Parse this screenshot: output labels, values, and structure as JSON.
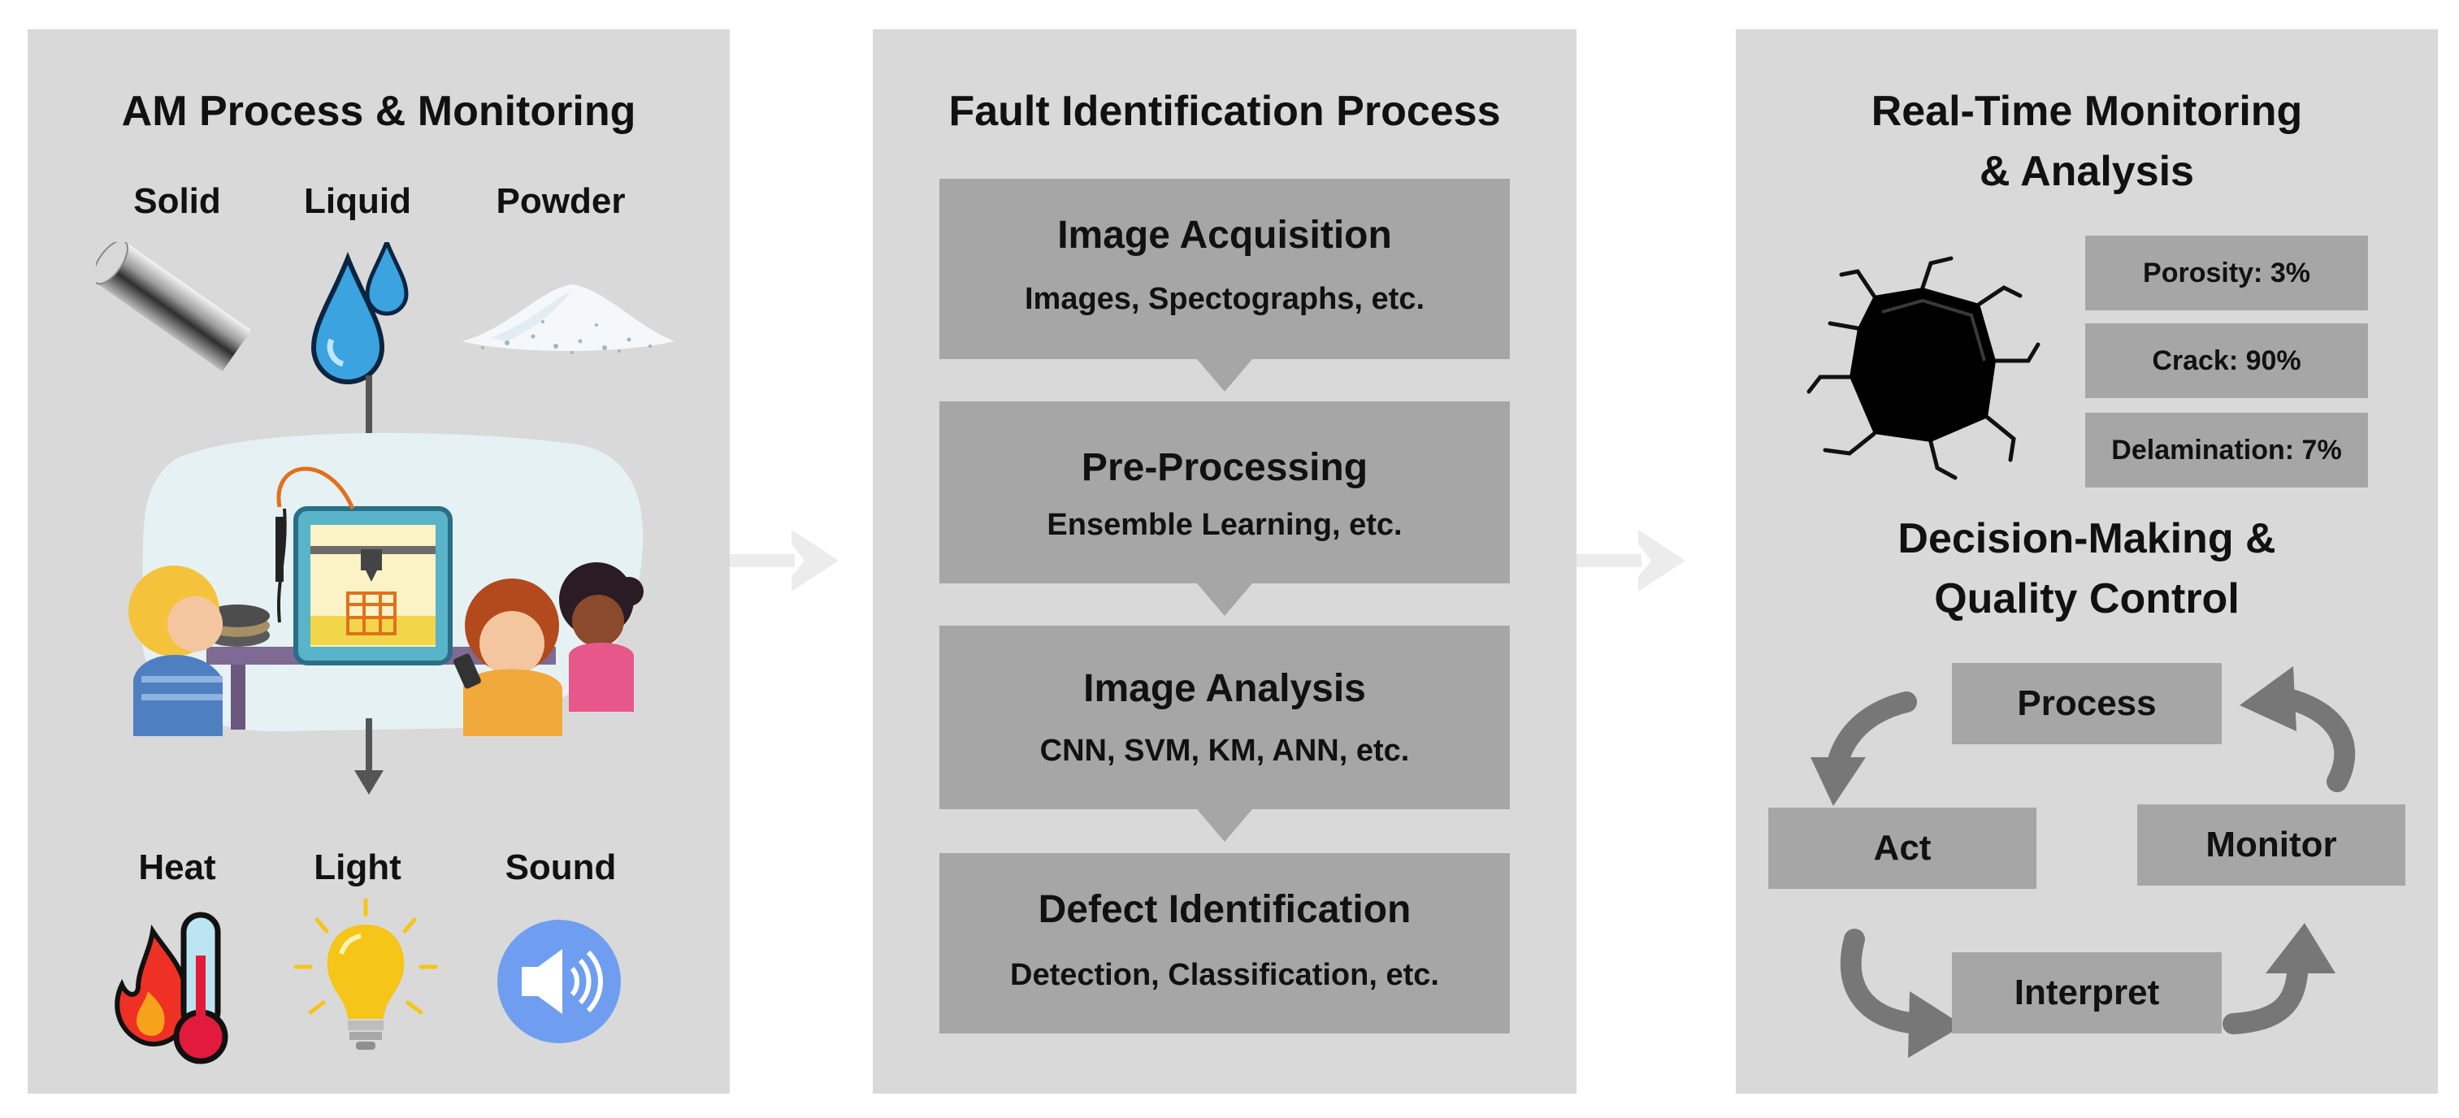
{
  "panel1": {
    "title": "AM Process & Monitoring",
    "inputs": [
      "Solid",
      "Liquid",
      "Powder"
    ],
    "signals": [
      "Heat",
      "Light",
      "Sound"
    ]
  },
  "panel2": {
    "title": "Fault Identification Process",
    "steps": [
      {
        "title": "Image Acquisition",
        "sub": "Images, Spectographs, etc."
      },
      {
        "title": "Pre-Processing",
        "sub": "Ensemble Learning, etc."
      },
      {
        "title": "Image Analysis",
        "sub": "CNN, SVM, KM, ANN, etc."
      },
      {
        "title": "Defect Identification",
        "sub": "Detection, Classification, etc."
      }
    ]
  },
  "panel3": {
    "title_line1": "Real-Time Monitoring",
    "title_line2": "& Analysis",
    "metrics": [
      "Porosity: 3%",
      "Crack: 90%",
      "Delamination: 7%"
    ],
    "decision_line1": "Decision-Making &",
    "decision_line2": "Quality Control",
    "cycle": {
      "process": "Process",
      "monitor": "Monitor",
      "interpret": "Interpret",
      "act": "Act"
    }
  },
  "colors": {
    "panel": "#d9d9d9",
    "box": "#a6a6a6",
    "arrow": "#555555",
    "flow_arrow": "#ececec"
  }
}
